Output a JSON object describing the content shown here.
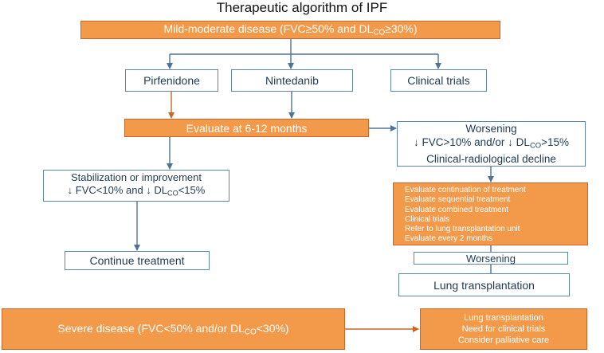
{
  "title": "Therapeutic algorithm of IPF",
  "mild": {
    "prefix": "Mild-moderate disease (FVC",
    "ge1": "≥",
    "mid": "50% and DL",
    "sub": "CO",
    "ge2": "≥",
    "suffix": "30%)"
  },
  "pirfenidone": "Pirfenidone",
  "nintedanib": "Nintedanib",
  "clinical_trials": "Clinical trials",
  "evaluate": "Evaluate at 6-12 months",
  "worsening_box": {
    "line1": "Worsening",
    "line2_a": "↓ FVC>10% and/or  ↓ DL",
    "line2_sub": "CO",
    "line2_b": ">15%",
    "line3": "Clinical-radiological decline"
  },
  "stabilization": {
    "line1": "Stabilization or improvement",
    "line2_a": "↓ FVC<10% and  ↓ DL",
    "line2_sub": "CO",
    "line2_b": "<15%"
  },
  "actions": [
    "Evaluate continuation of treatment",
    "Evaluate sequential treatment",
    "Evaluate combined treatment",
    "Clinical trials",
    "Refer to lung transplantation unit",
    "Evaluate every 2 months"
  ],
  "worsening_small": "Worsening",
  "continue": "Continue treatment",
  "lung_tx": "Lung transplantation",
  "severe": {
    "prefix": "Severe disease (FVC<50% and/or DL",
    "sub": "CO",
    "suffix": "<30%)"
  },
  "severe_actions": [
    "Lung transplantation",
    "Need for clinical trials",
    "Consider palliative care"
  ],
  "colors": {
    "orange_fill": "#f29a4a",
    "orange_border": "#c8672a",
    "blue_line": "#4f7397",
    "orange_line": "#c8672a"
  }
}
